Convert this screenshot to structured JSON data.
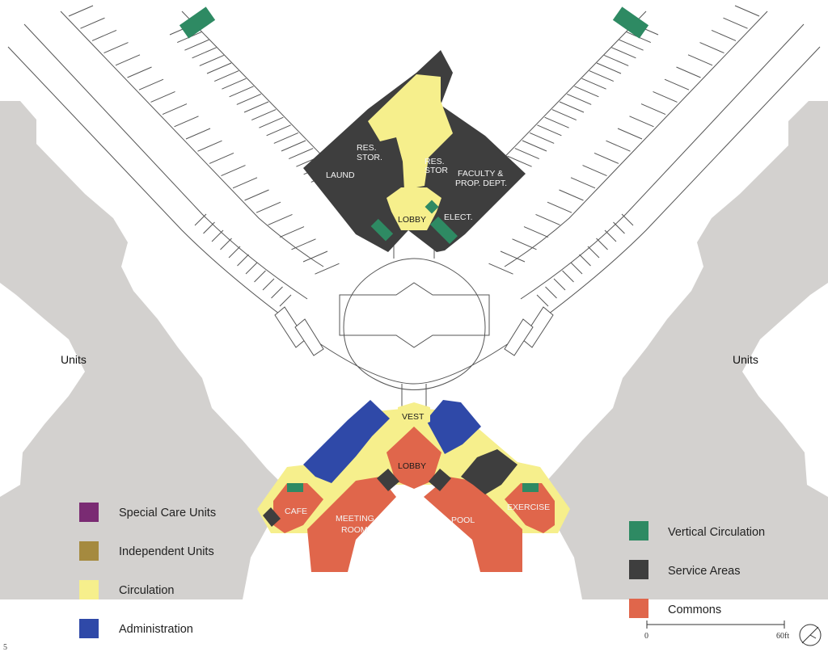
{
  "colors": {
    "special_care": "#7a2b73",
    "independent": "#a58a3f",
    "circulation": "#f6ef8c",
    "administration": "#2f49a8",
    "vertical_circulation": "#2e8a63",
    "service": "#3e3e3e",
    "commons": "#e0664b",
    "units": "#d3d1cf",
    "parking_line": "#555555"
  },
  "wings": {
    "left": "Units",
    "right": "Units"
  },
  "rooms": {
    "res_stor_1_line1": "RES.",
    "res_stor_1_line2": "STOR.",
    "res_stor_2_line1": "RES.",
    "res_stor_2_line2": "STOR",
    "laund": "LAUND",
    "faculty_line1": "FACULTY &",
    "faculty_line2": "PROP. DEPT.",
    "lobby_north": "LOBBY",
    "elect": "ELECT.",
    "vest": "VEST",
    "lobby_south": "LOBBY",
    "cafe": "CAFE",
    "meeting_line1": "MEETING",
    "meeting_line2": "ROOM",
    "pool": "POOL",
    "exercise": "EXERCISE"
  },
  "legend_left": [
    {
      "label": "Special Care Units",
      "swatch": "special_care",
      "icon": "special-care-swatch"
    },
    {
      "label": "Independent Units",
      "swatch": "independent",
      "icon": "independent-swatch"
    },
    {
      "label": "Circulation",
      "swatch": "circulation",
      "icon": "circulation-swatch"
    },
    {
      "label": "Administration",
      "swatch": "administration",
      "icon": "administration-swatch"
    }
  ],
  "legend_right": [
    {
      "label": "Vertical Circulation",
      "swatch": "vertical_circulation",
      "icon": "vertical-circulation-swatch"
    },
    {
      "label": "Service Areas",
      "swatch": "service",
      "icon": "service-areas-swatch"
    },
    {
      "label": "Commons",
      "swatch": "commons",
      "icon": "commons-swatch"
    }
  ],
  "scale": {
    "start": "0",
    "end": "60ft"
  },
  "north_arrow": "north-arrow-icon",
  "page_number": "5"
}
